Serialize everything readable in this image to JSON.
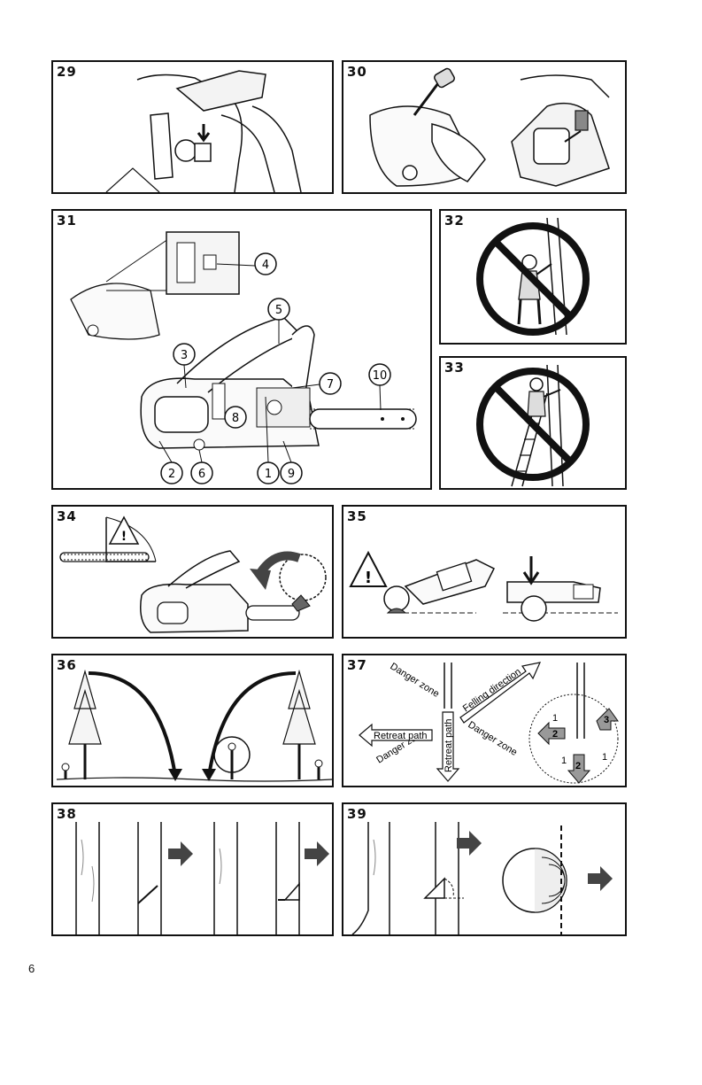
{
  "page_number": "6",
  "panels": {
    "p29": {
      "number": "29",
      "icon": "chain-brake-handle-illustration"
    },
    "p30": {
      "number": "30",
      "icon": "chain-brake-test-and-spark-plug-illustration"
    },
    "p31": {
      "number": "31",
      "icon": "chainsaw-parts-diagram",
      "callouts": [
        "1",
        "2",
        "3",
        "4",
        "5",
        "6",
        "7",
        "8",
        "9",
        "10"
      ]
    },
    "p32": {
      "number": "32",
      "icon": "prohibited-cutting-above-shoulder-icon"
    },
    "p33": {
      "number": "33",
      "icon": "prohibited-cutting-from-ladder-icon"
    },
    "p34": {
      "number": "34",
      "icon": "kickback-zone-illustration"
    },
    "p35": {
      "number": "35",
      "icon": "kickback-caution-illustration"
    },
    "p36": {
      "number": "36",
      "icon": "felling-distance-illustration"
    },
    "p37": {
      "number": "37",
      "icon": "felling-zones-diagram",
      "labels": {
        "danger_zone": "Danger zone",
        "retreat_path": "Retreat path",
        "felling_direction": "Felling direction"
      },
      "route_numbers": [
        "1",
        "1",
        "1",
        "2",
        "2",
        "3"
      ]
    },
    "p38": {
      "number": "38",
      "icon": "felling-notch-sequence-illustration"
    },
    "p39": {
      "number": "39",
      "icon": "felling-notch-and-back-cut-illustration"
    }
  },
  "colors": {
    "line": "#111111",
    "hatch": "#b9b9b9",
    "arrow": "#444444",
    "prohibit": "#111111"
  }
}
